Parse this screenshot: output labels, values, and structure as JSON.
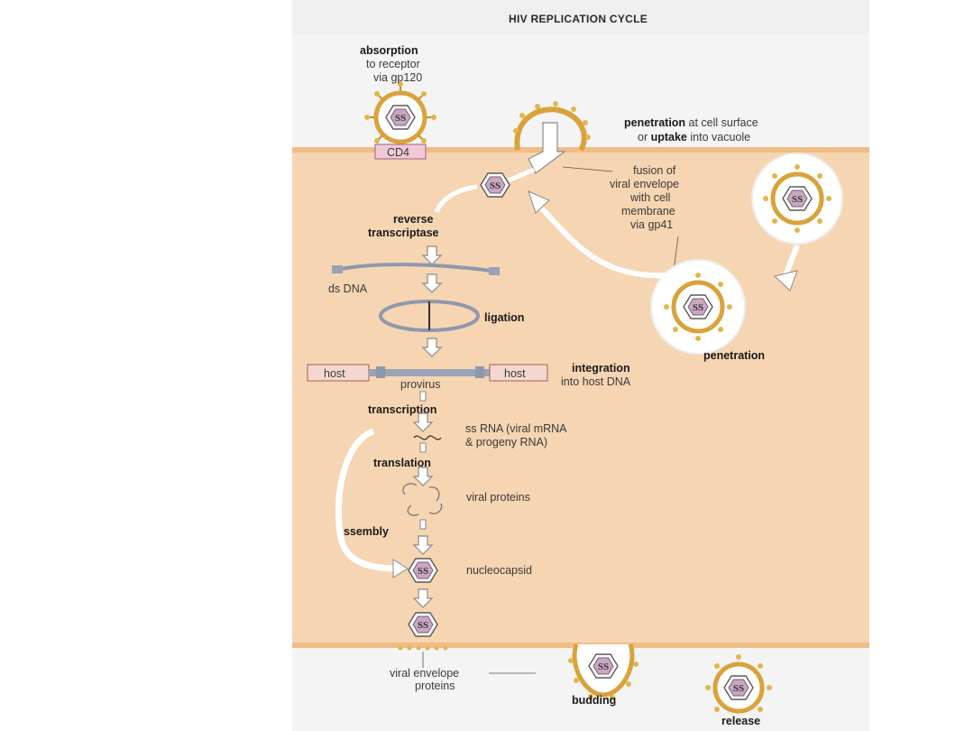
{
  "diagram": {
    "title": "HIV REPLICATION CYCLE",
    "labels": {
      "absorption": "absorption",
      "absorption_sub1": "to receptor",
      "absorption_sub2": "via gp120",
      "cd4": "CD4",
      "penetration_bold": "penetration",
      "penetration_rest": " at cell surface",
      "uptake_pre": "or ",
      "uptake_bold": "uptake",
      "uptake_rest": " into vacuole",
      "fusion_1": "fusion of",
      "fusion_2": "viral envelope",
      "fusion_3": "with cell",
      "fusion_4": "membrane",
      "fusion_5": "via gp41",
      "reverse_1": "reverse",
      "reverse_2": "transcriptase",
      "ds_dna": "ds DNA",
      "ligation": "ligation",
      "penetration_lower": "penetration",
      "host_left": "host",
      "host_right": "host",
      "integration": "integration",
      "integration_sub": "into host DNA",
      "provirus": "provirus",
      "transcription": "transcription",
      "ss_rna_1": "ss RNA (viral mRNA",
      "ss_rna_2": "& progeny RNA)",
      "translation": "translation",
      "viral_proteins": "viral proteins",
      "assembly": "assembly",
      "nucleocapsid": "nucleocapsid",
      "viral_env_1": "viral envelope",
      "viral_env_2": "proteins",
      "budding": "budding",
      "release": "release"
    },
    "colors": {
      "cytoplasm": "#f6d5b2",
      "membrane_band": "#f2c48f",
      "envelope": "#d9a23a",
      "spike": "#e2b64a",
      "capsid": "#c9a7c2",
      "arrow_fill": "#ffffff",
      "host_box": "#f4d8d0",
      "dna_bar": "#9aa3b5"
    }
  }
}
